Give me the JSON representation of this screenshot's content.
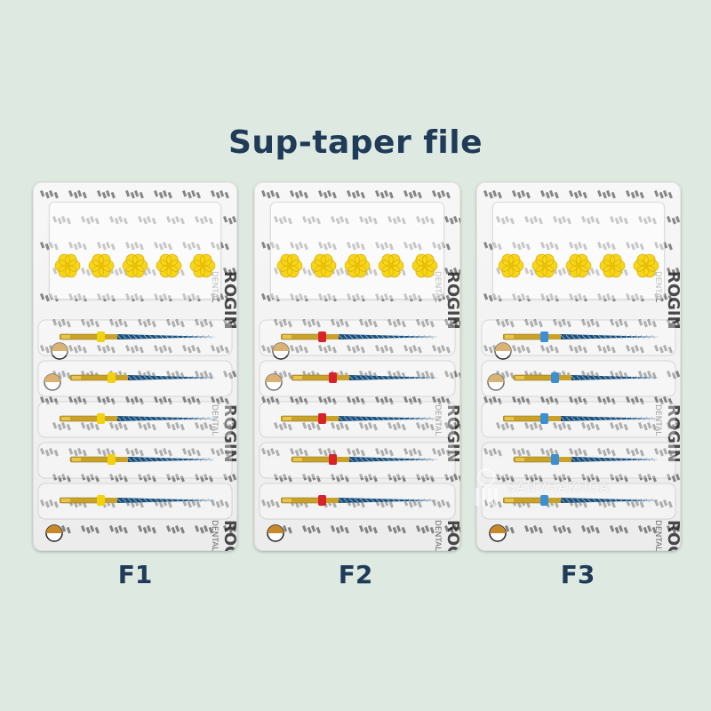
{
  "title": "Sup-taper file",
  "packs": [
    {
      "label": "F1",
      "ring_color": "#f2d10f"
    },
    {
      "label": "F2",
      "ring_color": "#d8232a"
    },
    {
      "label": "F3",
      "ring_color": "#3b8fd6"
    }
  ],
  "stopper_color": "#f7d51a",
  "brand_text": "ROGIN",
  "brand_sub": "DENTAL",
  "watermark_text": "SANVHAKHOA",
  "files_per_pack": 5,
  "stoppers_per_pack": 5
}
